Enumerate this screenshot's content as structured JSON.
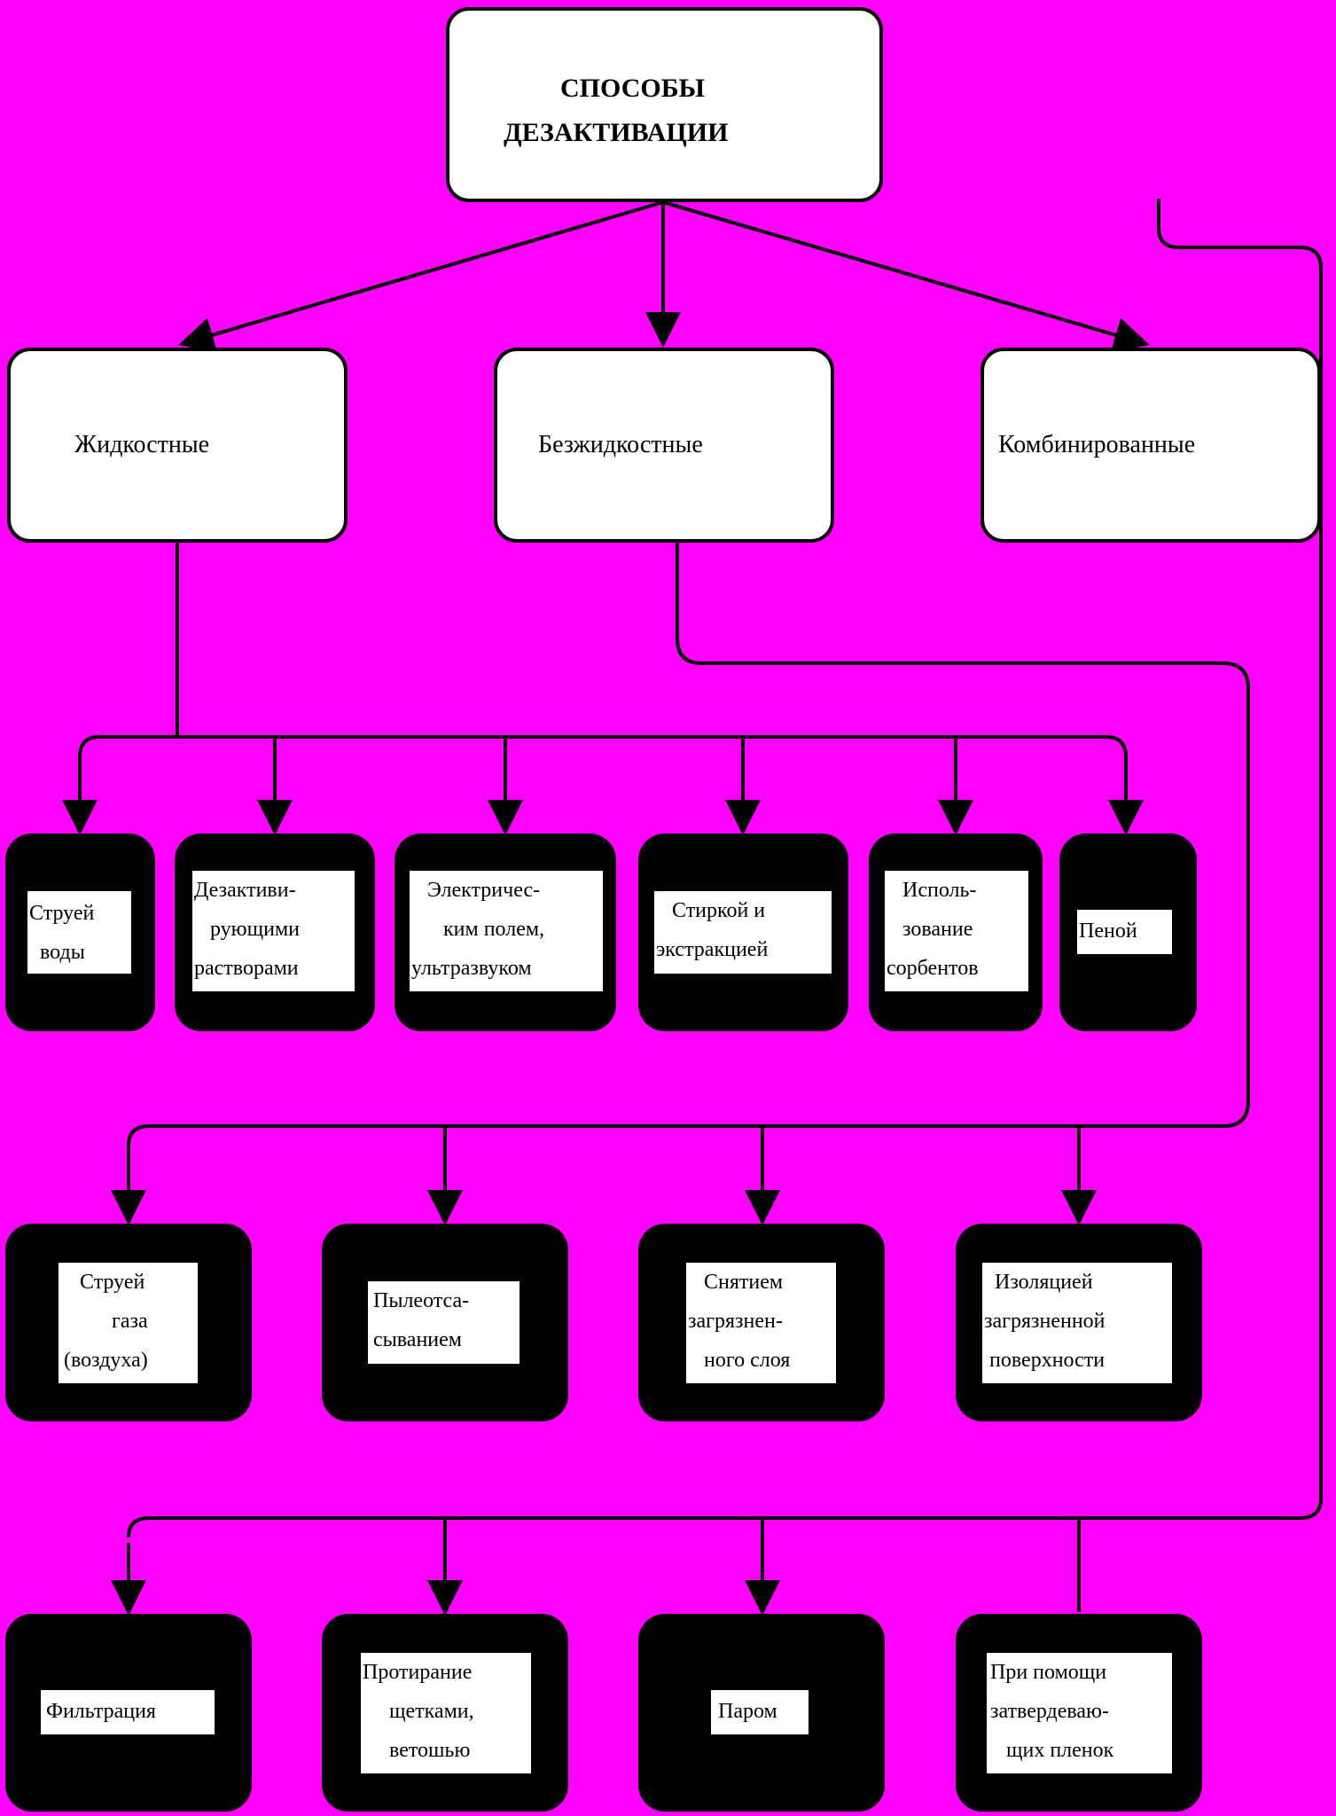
{
  "diagram": {
    "root": {
      "lines": [
        "СПОСОБЫ",
        "ДЕЗАКТИВАЦИИ"
      ]
    },
    "categories": [
      {
        "label": "Жидкостные"
      },
      {
        "label": "Безжидкостные"
      },
      {
        "label": "Комбинированные"
      }
    ],
    "liquid_methods": [
      {
        "lines": [
          "Струей",
          "  воды"
        ]
      },
      {
        "lines": [
          "Дезактиви-",
          "   рующими",
          "растворами"
        ]
      },
      {
        "lines": [
          "   Электричес-",
          "      ким полем,",
          "ультразвуком"
        ]
      },
      {
        "lines": [
          "   Стиркой и",
          "экстракцией"
        ]
      },
      {
        "lines": [
          "   Исполь-",
          "   зование",
          "сорбентов"
        ]
      },
      {
        "lines": [
          "Пеной"
        ]
      }
    ],
    "dry_methods": [
      {
        "lines": [
          "   Струей",
          "         газа",
          "(воздуха)"
        ]
      },
      {
        "lines": [
          "Пылеотса-",
          "сыванием"
        ]
      },
      {
        "lines": [
          "   Снятием",
          "загрязнен-",
          "   ного слоя"
        ]
      },
      {
        "lines": [
          "  Изоляцией",
          "загрязненной",
          " поверхности"
        ]
      }
    ],
    "combined_methods": [
      {
        "lines": [
          "Фильтрация"
        ]
      },
      {
        "lines": [
          "Протирание",
          "     щетками,",
          "     ветошью"
        ]
      },
      {
        "lines": [
          "Паром"
        ]
      },
      {
        "lines": [
          "При помощи",
          "затвердеваю-",
          "   щих пленок"
        ]
      }
    ]
  }
}
